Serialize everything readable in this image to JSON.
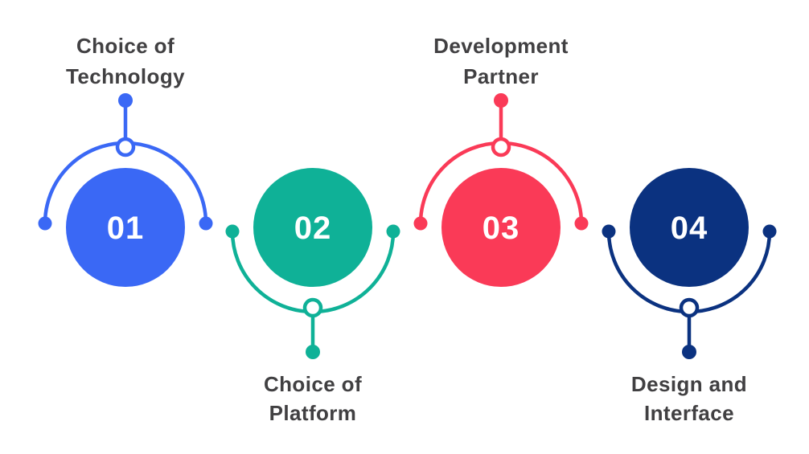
{
  "diagram": {
    "type": "numbered-steps-infographic",
    "step_count": 4,
    "palette": {
      "background": "#ffffff",
      "label_text": "#414042",
      "number_text": "#ffffff"
    },
    "items": [
      {
        "number": "01",
        "label_line1": "Choice of",
        "label_line2": "Technology",
        "label_position": "top",
        "color": "#3a68f5"
      },
      {
        "number": "02",
        "label_line1": "Choice of",
        "label_line2": "Platform",
        "label_position": "bottom",
        "color": "#0fb197"
      },
      {
        "number": "03",
        "label_line1": "Development",
        "label_line2": "Partner",
        "label_position": "top",
        "color": "#fa3a57"
      },
      {
        "number": "04",
        "label_line1": "Design and",
        "label_line2": "Interface",
        "label_position": "bottom",
        "color": "#0b3280"
      }
    ]
  }
}
